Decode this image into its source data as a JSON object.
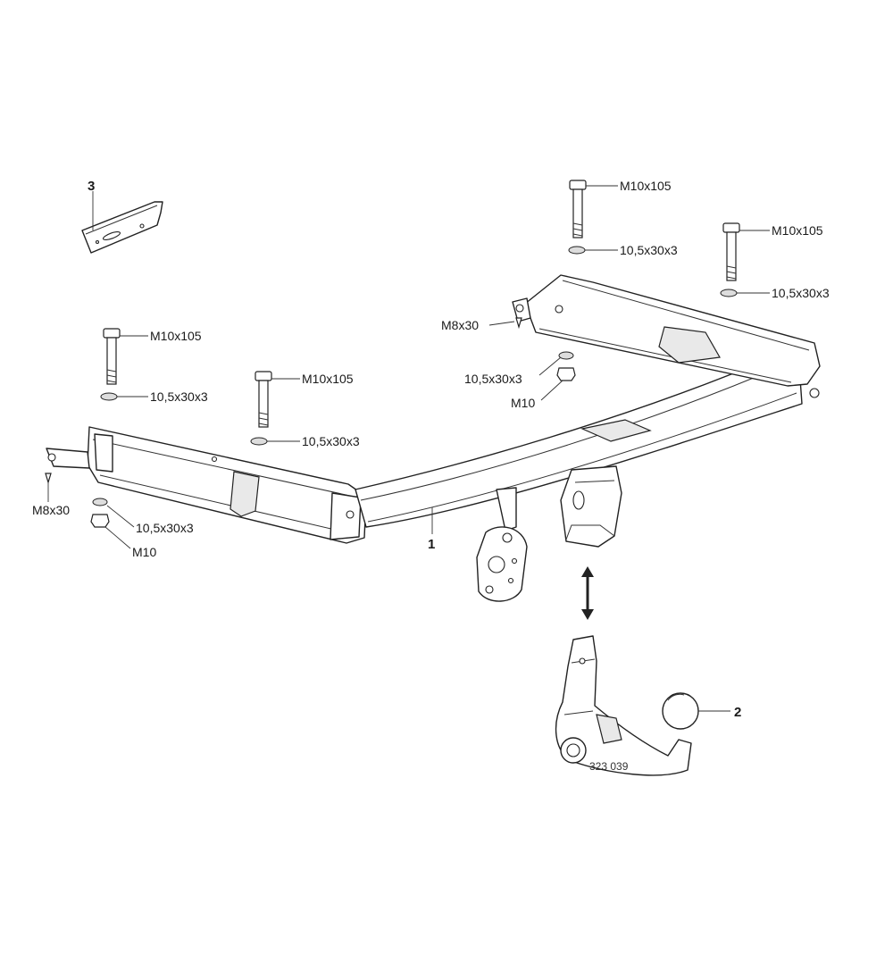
{
  "parts": {
    "beam": "1",
    "ball": "2",
    "plate": "3"
  },
  "labels": {
    "bolt_rl": "M10x105",
    "washer_rl": "10,5x30x3",
    "bolt_rr": "M10x105",
    "washer_rr": "10,5x30x3",
    "bolt_ll": "M10x105",
    "washer_ll": "10,5x30x3",
    "bolt_lr": "M10x105",
    "washer_lr": "10,5x30x3",
    "screw_r": "M8x30",
    "washer_r_low": "10,5x30x3",
    "nut_r": "M10",
    "screw_l": "M8x30",
    "washer_l_low": "10,5x30x3",
    "nut_l": "M10"
  },
  "stamp": "323 039"
}
